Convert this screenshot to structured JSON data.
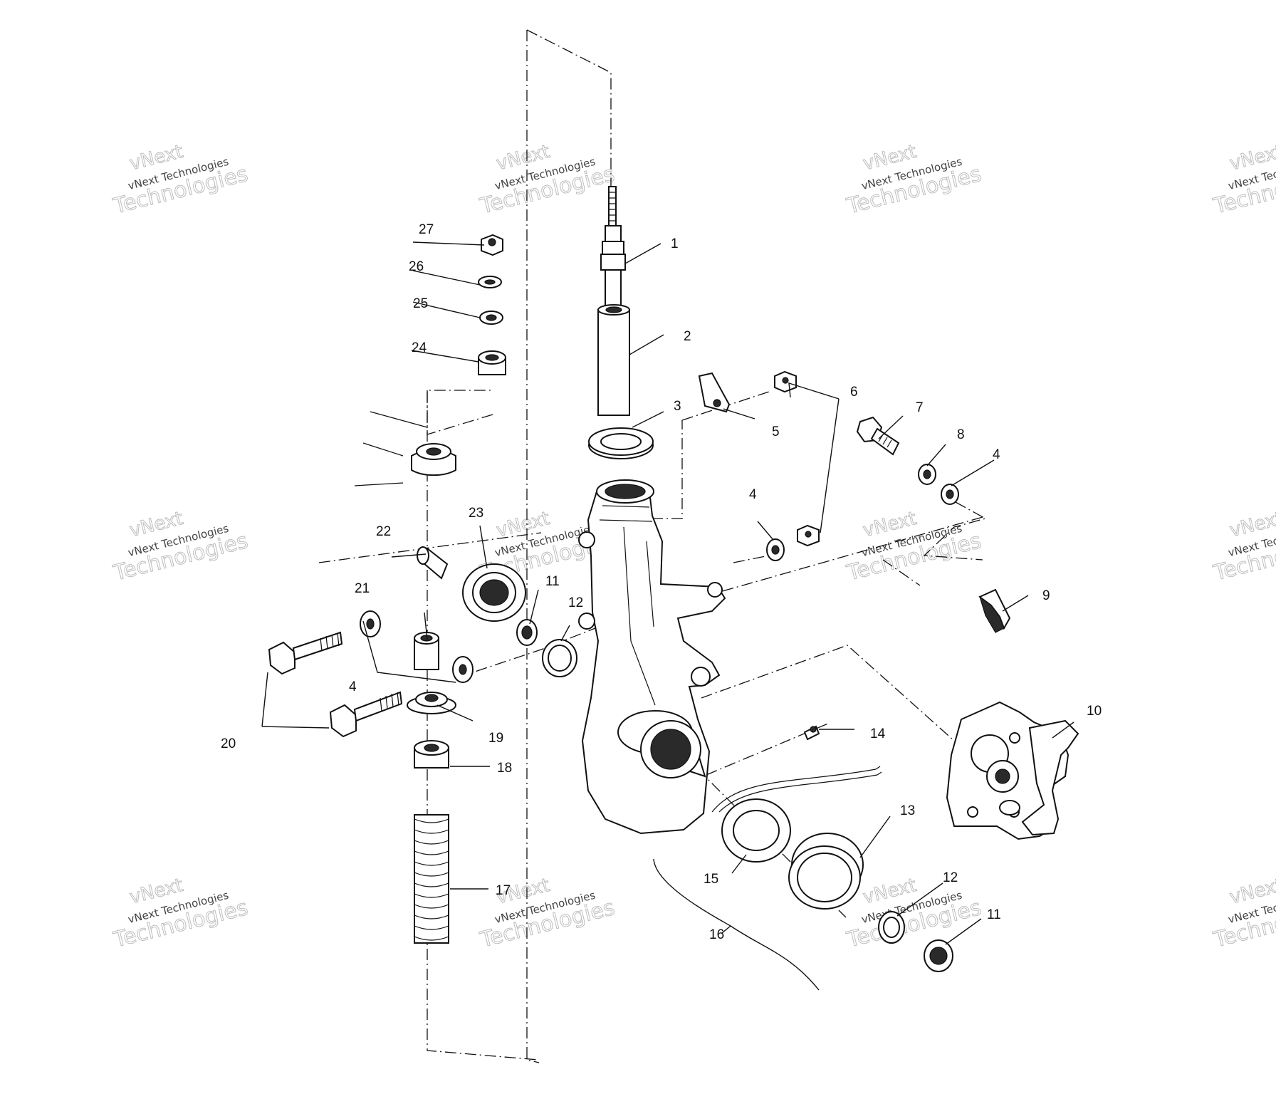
{
  "watermark": {
    "line1": "vNext",
    "line2": "vNext Technologies",
    "line3": "Technologies"
  },
  "callouts": {
    "c1": "1",
    "c2": "2",
    "c3": "3",
    "c4a": "4",
    "c4b": "4",
    "c4c": "4",
    "c5": "5",
    "c6": "6",
    "c7": "7",
    "c8": "8",
    "c9": "9",
    "c10": "10",
    "c11a": "11",
    "c11b": "11",
    "c12a": "12",
    "c12b": "12",
    "c13": "13",
    "c14": "14",
    "c15": "15",
    "c16": "16",
    "c17": "17",
    "c18": "18",
    "c19": "19",
    "c20": "20",
    "c21": "21",
    "c22": "22",
    "c23": "23",
    "c24": "24",
    "c25": "25",
    "c26": "26",
    "c27": "27"
  }
}
